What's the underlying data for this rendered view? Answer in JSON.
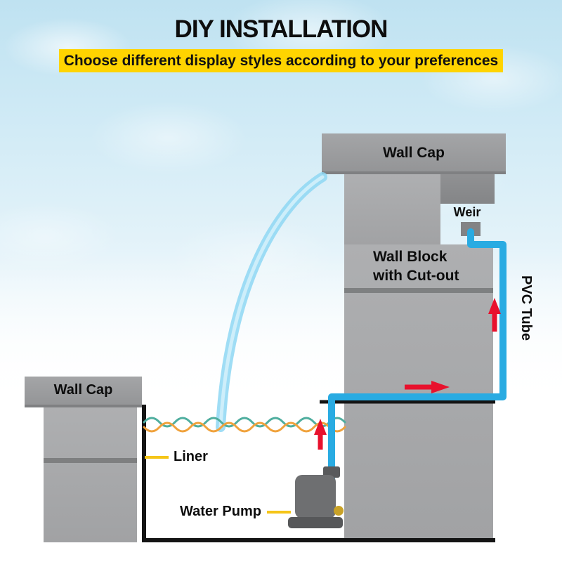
{
  "header": {
    "title": "DIY INSTALLATION",
    "subtitle": "Choose different display styles according to your preferences"
  },
  "labels": {
    "wall_cap_right": "Wall Cap",
    "weir": "Weir",
    "wall_block_line1": "Wall Block",
    "wall_block_line2": "with Cut-out",
    "pvc_tube": "PVC Tube",
    "wall_cap_left": "Wall Cap",
    "liner": "Liner",
    "water_pump": "Water Pump"
  },
  "colors": {
    "banner_yellow": "#FFD400",
    "pvc_tube_blue": "#29ABE2",
    "water_stream_blue": "#8ED7F3",
    "arrow_red": "#E8112D",
    "wave_teal": "#4FAE9F",
    "wave_orange": "#F0A23C",
    "block_gray": "#A6A7A9",
    "liner_black": "#141414",
    "pointer_yellow": "#F5C518"
  }
}
